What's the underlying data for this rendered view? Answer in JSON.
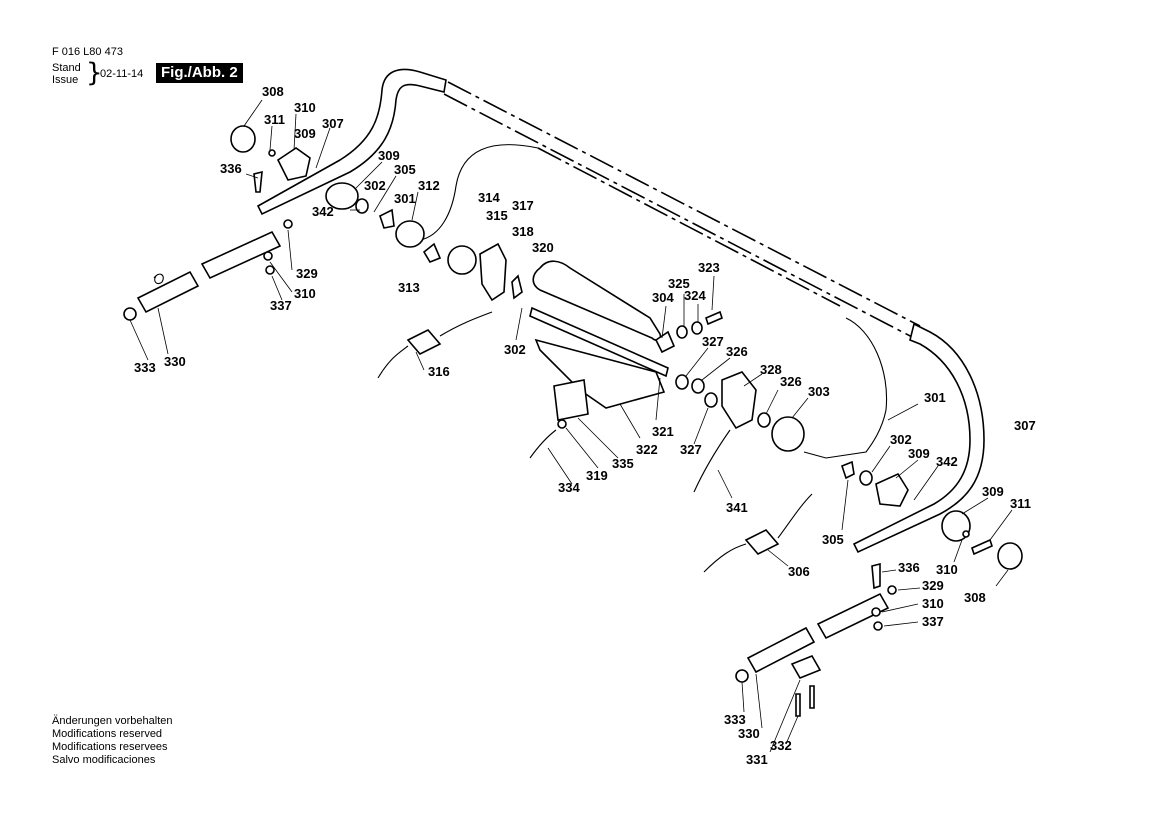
{
  "header": {
    "doc_code": "F 016 L80 473",
    "stand_label": "Stand",
    "issue_label": "Issue",
    "date": "02-11-14",
    "figure_label": "Fig./Abb. 2"
  },
  "callouts": {
    "c308a": "308",
    "c311a": "311",
    "c310a": "310",
    "c307a": "307",
    "c309a": "309",
    "c336a": "336",
    "c309b": "309",
    "c305a": "305",
    "c302a": "302",
    "c312": "312",
    "c342a": "342",
    "c301a": "301",
    "c314": "314",
    "c317": "317",
    "c315": "315",
    "c318": "318",
    "c320": "320",
    "c313": "313",
    "c329a": "329",
    "c310b": "310",
    "c337a": "337",
    "c333a": "333",
    "c330a": "330",
    "c316": "316",
    "c302b": "302",
    "c323": "323",
    "c325": "325",
    "c324": "324",
    "c304": "304",
    "c327a": "327",
    "c326a": "326",
    "c328": "328",
    "c326b": "326",
    "c303": "303",
    "c301b": "301",
    "c307b": "307",
    "c321": "321",
    "c322": "322",
    "c327b": "327",
    "c335": "335",
    "c319": "319",
    "c334": "334",
    "c341": "341",
    "c302c": "302",
    "c309c": "309",
    "c342b": "342",
    "c309d": "309",
    "c311b": "311",
    "c305b": "305",
    "c306": "306",
    "c310c": "310",
    "c308b": "308",
    "c336b": "336",
    "c329b": "329",
    "c310d": "310",
    "c337b": "337",
    "c333b": "333",
    "c330b": "330",
    "c332": "332",
    "c331": "331"
  },
  "footer": {
    "notes": [
      "Änderungen vorbehalten",
      "Modifications reserved",
      "Modifications reservees",
      "Salvo modificaciones"
    ]
  }
}
